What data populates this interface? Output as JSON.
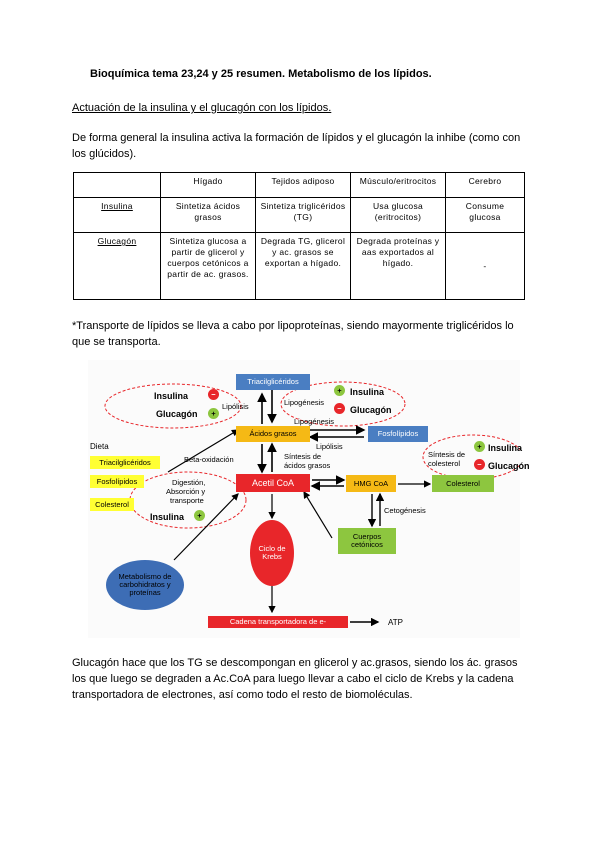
{
  "doc": {
    "title": "Bioquímica tema 23,24 y 25 resumen. Metabolismo de los lípidos.",
    "subtitle": "Actuación de la insulina y el glucagón con los lípidos.",
    "intro_line1": "De forma general la insulina activa la formación de lípidos y el glucagón la inhibe (como con",
    "intro_line2": "los glúcidos).",
    "transport_line1": "*Transporte de lípidos se lleva a cabo por lipoproteínas, siendo mayormente triglicéridos lo",
    "transport_line2": "que se transporta.",
    "final_line1": "Glucagón hace que los TG se descompongan en glicerol y ac.grasos, siendo los ác. grasos",
    "final_line2": "los que luego se degraden a Ac.CoA para luego llevar a cabo el ciclo de Krebs y la cadena",
    "final_line3": "transportadora de electrones, así como todo el resto de biomoléculas."
  },
  "table": {
    "headers": [
      "",
      "Hígado",
      "Tejidos adiposo",
      "Músculo/eritrocitos",
      "Cerebro"
    ],
    "rows": [
      [
        "Insulina",
        "Sintetiza ácidos grasos",
        "Sintetiza triglicéridos (TG)",
        "Usa glucosa (eritrocitos)",
        "Consume glucosa"
      ],
      [
        "Glucagón",
        "Sintetiza glucosa a partir de glicerol y cuerpos cetónicos a partir de ac. grasos.",
        "Degrada TG, glicerol y ac. grasos se exportan a hígado.",
        "Degrada proteínas y aas exportados al hígado.",
        "-"
      ]
    ]
  },
  "diagram": {
    "trigliceridos": "Triacilglicéridos",
    "insulina": "Insulina",
    "glucagon": "Glucagón",
    "lipolisis": "Lipólisis",
    "lipogenesis": "Lipogénesis",
    "lipogenesis2": "Lipogénesis",
    "acidos_grasos": "Ácidos grasos",
    "fosfolipidos": "Fosfolípidos",
    "lipolisis2": "Lipólisis",
    "sintesis_ag1": "Síntesis de",
    "sintesis_ag2": "ácidos grasos",
    "beta": "Beta-oxidación",
    "dieta": "Dieta",
    "dieta_tg": "Triacilglicéridos",
    "dieta_fos": "Fosfolípidos",
    "dieta_col": "Colesterol",
    "digestion1": "Digestión,",
    "digestion2": "Absorción y",
    "digestion3": "transporte",
    "acetil": "Acetil CoA",
    "hmg": "HMG CoA",
    "colesterol": "Colesterol",
    "sintesis_col1": "Síntesis de",
    "sintesis_col2": "colesterol",
    "cetogenesis": "Cetogénesis",
    "cuerpos1": "Cuerpos",
    "cuerpos2": "cetónicos",
    "krebs1": "Ciclo de",
    "krebs2": "Krebs",
    "metab1": "Metabolismo de",
    "metab2": "carbohidratos y",
    "metab3": "proteínas",
    "cadena": "Cadena transportadora de e-",
    "atp": "ATP",
    "plus": "+",
    "minus": "−",
    "colors": {
      "blue": "#4a7ec2",
      "orange": "#f5b915",
      "yellow": "#ffff33",
      "red": "#e8262a",
      "green": "#8dc63f",
      "steel": "#3d6db5"
    }
  }
}
